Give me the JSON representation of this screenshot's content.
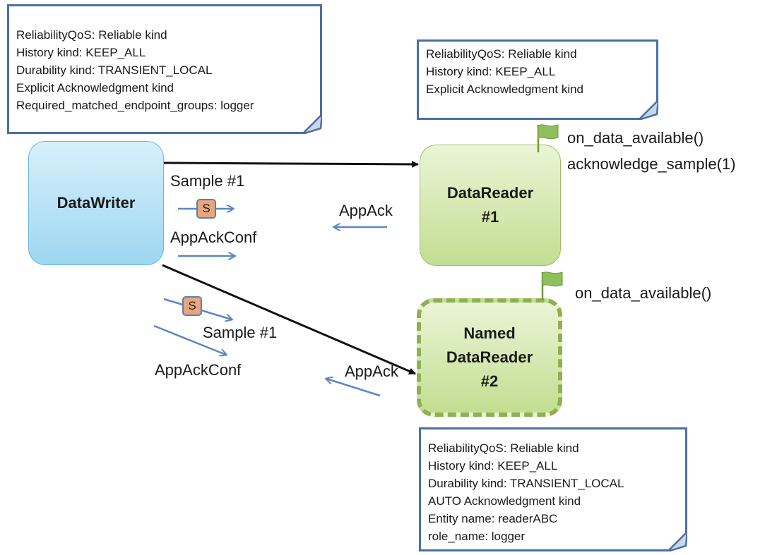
{
  "notes": {
    "writer_qos": [
      "ReliabilityQoS: Reliable kind",
      "History kind: KEEP_ALL",
      "Durability kind: TRANSIENT_LOCAL",
      "Explicit Acknowledgment kind",
      "Required_matched_endpoint_groups: logger"
    ],
    "reader1_qos": [
      "ReliabilityQoS: Reliable kind",
      "History kind: KEEP_ALL",
      "Explicit Acknowledgment kind"
    ],
    "reader2_qos": [
      "ReliabilityQoS: Reliable kind",
      "History kind: KEEP_ALL",
      "Durability kind: TRANSIENT_LOCAL",
      "AUTO Acknowledgment kind",
      "Entity name: readerABC",
      "role_name: logger"
    ]
  },
  "nodes": {
    "writer": {
      "line1": "DataWriter"
    },
    "reader1": {
      "line1": "DataReader",
      "line2": "#1"
    },
    "reader2": {
      "line1": "Named",
      "line2": "DataReader",
      "line3": "#2"
    }
  },
  "labels": {
    "sample_top": "Sample #1",
    "appackconf_top": "AppAckConf",
    "appack_top": "AppAck",
    "sample_bottom": "Sample #1",
    "appackconf_bottom": "AppAckConf",
    "appack_bottom": "AppAck",
    "sample_symbol": "S",
    "reader1_cb_1": "on_data_available()",
    "reader1_cb_2": "acknowledge_sample(1)",
    "reader2_cb_1": "on_data_available()"
  },
  "colors": {
    "note_border": "#4a6fa5",
    "arrow_blue": "#5b86c4",
    "writer_fill": "#9ed6f1",
    "reader_fill": "#c2de92",
    "flag_green": "#8fbf5a",
    "sample_fill": "#e7a67c"
  }
}
